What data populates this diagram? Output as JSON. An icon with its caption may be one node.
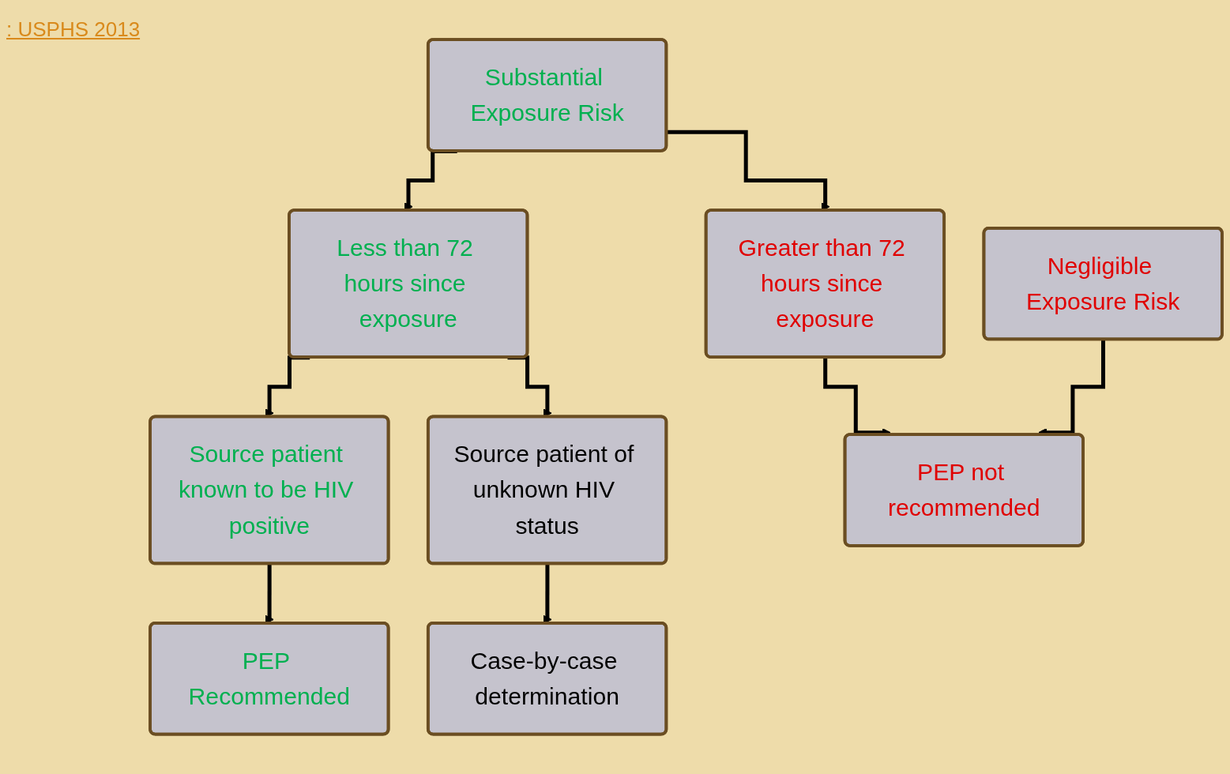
{
  "diagram": {
    "nodes": [
      {
        "text": [
          "Substantial Exposure Risk"
        ]
      },
      {
        "text": [
          "Negligible Exposure Risk"
        ]
      },
      {
        "text": [
          "Less than 72 hours since exposure"
        ]
      },
      {
        "text": [
          "Greater than 72 hours since exposure"
        ]
      },
      {
        "text": [
          "Source patient known to be HIV positive"
        ]
      },
      {
        "text": [
          "Source patient of unknown HIV status"
        ]
      },
      {
        "text": [
          "PEP Recommended"
        ]
      },
      {
        "text": [
          "Case-by-case determination"
        ]
      },
      {
        "text": [
          "PEP not recommended"
        ]
      }
    ],
    "edges": [
      {
        "from": 0,
        "to": 2,
        "arrow": "to"
      },
      {
        "from": 0,
        "to": 3,
        "arrow": "to"
      },
      {
        "from": 2,
        "to": 4,
        "arrow": "to"
      },
      {
        "from": 2,
        "to": 5,
        "arrow": "to"
      },
      {
        "from": 4,
        "to": 6,
        "arrow": "to"
      },
      {
        "from": 5,
        "to": 7,
        "arrow": "to"
      },
      {
        "from": 3,
        "to": 8,
        "arrow": "to"
      },
      {
        "from": 1,
        "to": 8,
        "arrow": "to"
      }
    ],
    "labels": [
      ": USPHS 2013"
    ]
  }
}
